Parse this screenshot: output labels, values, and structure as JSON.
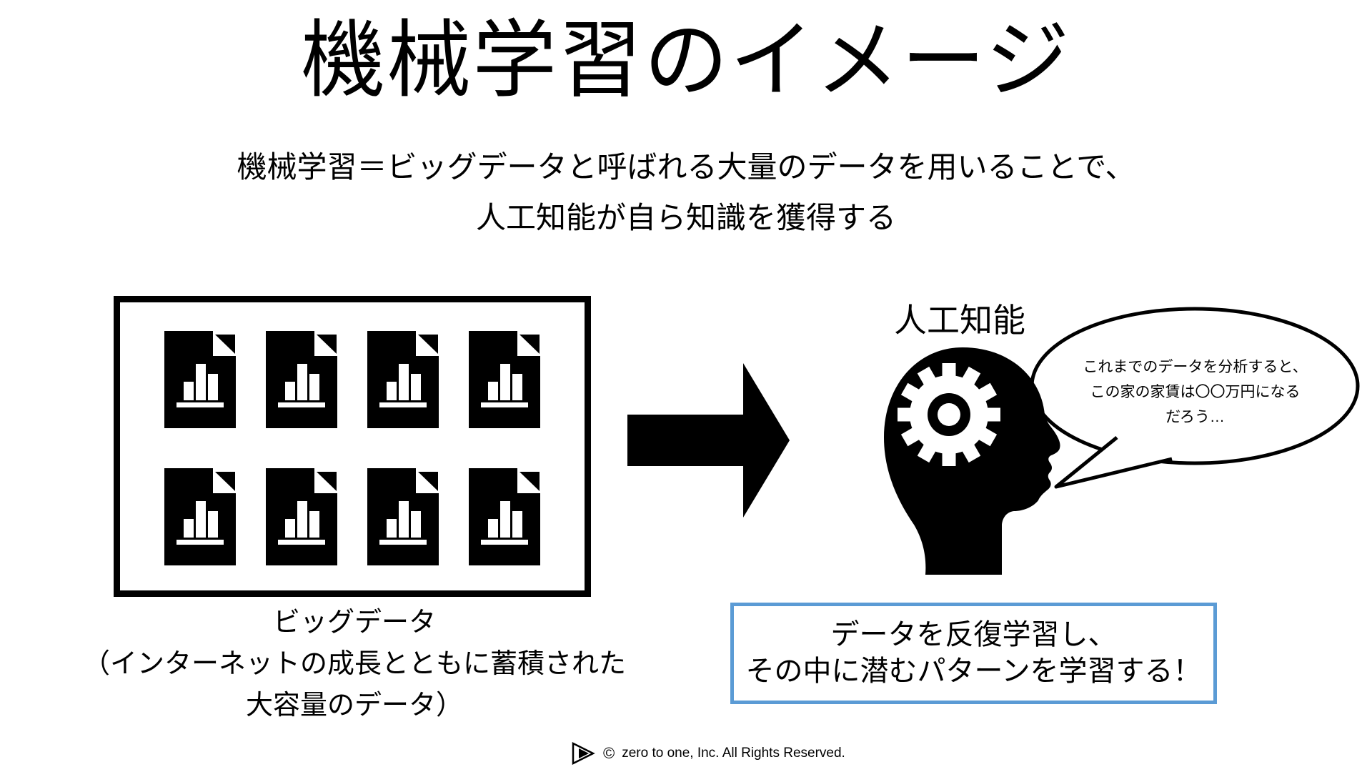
{
  "title": "機械学習のイメージ",
  "subtitle": {
    "line1": "機械学習＝ビッグデータと呼ばれる大量のデータを用いることで、",
    "line2": "人工知能が自ら知識を獲得する"
  },
  "bigdata": {
    "doc_count": 8,
    "caption_line1": "ビッグデータ",
    "caption_line2": "（インターネットの成長とともに蓄積された",
    "caption_line3": "大容量のデータ）"
  },
  "ai": {
    "label": "人工知能"
  },
  "speech_bubble": {
    "line1": "これまでのデータを分析すると、",
    "line2": "この家の家賃は〇〇万円になる",
    "line3": "だろう…"
  },
  "learning_box": {
    "line1": "データを反復学習し、",
    "line2": "その中に潜むパターンを学習する！",
    "border_color": "#5B9BD5"
  },
  "footer": {
    "copyright_symbol": "©",
    "copyright_text": "zero to one, Inc. All Rights Reserved."
  },
  "colors": {
    "ink": "#000000",
    "accent_blue": "#5B9BD5",
    "background": "#FFFFFF"
  }
}
